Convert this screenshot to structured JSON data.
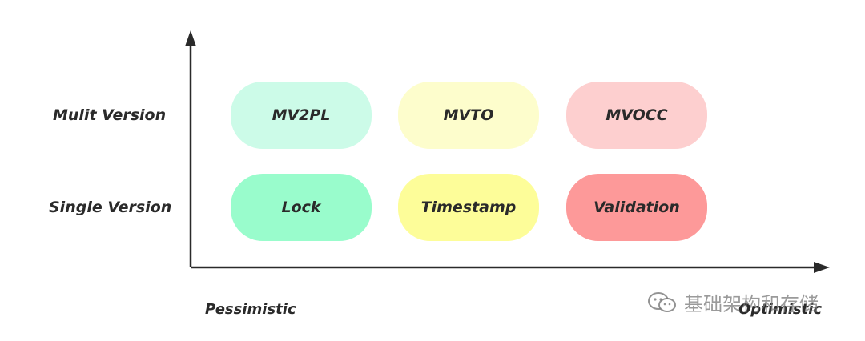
{
  "rows": {
    "multi": "Mulit Version",
    "single": "Single Version"
  },
  "cells": {
    "mv2pl": {
      "label": "MV2PL",
      "color": "#ccfbe8"
    },
    "mvto": {
      "label": "MVTO",
      "color": "#fdfdcc"
    },
    "mvocc": {
      "label": "MVOCC",
      "color": "#fdcfcf"
    },
    "lock": {
      "label": "Lock",
      "color": "#99fccc"
    },
    "timestamp": {
      "label": "Timestamp",
      "color": "#fdfd99"
    },
    "validation": {
      "label": "Validation",
      "color": "#fd9999"
    }
  },
  "axis": {
    "left": "Pessimistic",
    "right": "Optimistic"
  },
  "watermark": {
    "text": "基础架构和存储",
    "icon": "wechat-icon"
  }
}
